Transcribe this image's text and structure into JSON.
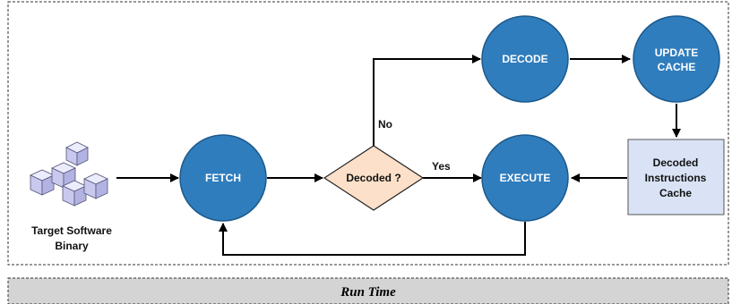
{
  "colors": {
    "node_fill": "#2f7dbd",
    "node_stroke": "#1d5a8c",
    "decision_fill": "#fde0c9",
    "cache_fill": "#d9e3f5",
    "cube_fill": "#d6d6f6",
    "banner_fill": "#d4d4d4"
  },
  "source": {
    "label_line1": "Target Software",
    "label_line2": "Binary",
    "icon": "cubes-icon"
  },
  "nodes": {
    "fetch": "FETCH",
    "decision": "Decoded ?",
    "decode": "DECODE",
    "update_cache_line1": "UPDATE",
    "update_cache_line2": "CACHE",
    "execute": "EXECUTE",
    "cache_line1": "Decoded",
    "cache_line2": "Instructions",
    "cache_line3": "Cache"
  },
  "edges": {
    "no": "No",
    "yes": "Yes"
  },
  "banner": {
    "label": "Run Time"
  }
}
